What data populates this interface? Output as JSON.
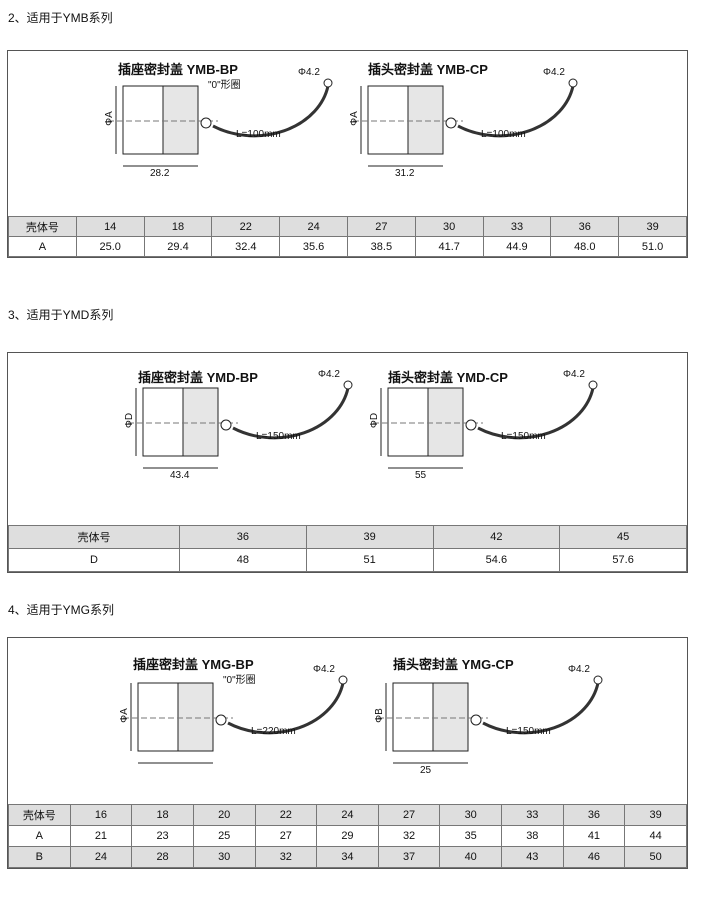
{
  "sections": [
    {
      "heading": "2、适用于YMB系列",
      "left": {
        "title": "插座密封盖 YMB-BP",
        "oring": "\"0\"形圈",
        "phi": "ΦA",
        "dim": "28.2",
        "len": "L=100mm",
        "hole": "Φ4.2"
      },
      "right": {
        "title": "插头密封盖 YMB-CP",
        "phi": "ΦA",
        "dim": "31.2",
        "len": "L=100mm",
        "hole": "Φ4.2"
      },
      "rows": [
        [
          "壳体号",
          "14",
          "18",
          "22",
          "24",
          "27",
          "30",
          "33",
          "36",
          "39"
        ],
        [
          "A",
          "25.0",
          "29.4",
          "32.4",
          "35.6",
          "38.5",
          "41.7",
          "44.9",
          "48.0",
          "51.0"
        ]
      ]
    },
    {
      "heading": "3、适用于YMD系列",
      "left": {
        "title": "插座密封盖 YMD-BP",
        "phi": "ΦD",
        "dim": "43.4",
        "len": "L=150mm",
        "hole": "Φ4.2"
      },
      "right": {
        "title": "插头密封盖 YMD-CP",
        "phi": "ΦD",
        "dim": "55",
        "len": "L=150mm",
        "hole": "Φ4.2"
      },
      "rows": [
        [
          "壳体号",
          "36",
          "39",
          "42",
          "45"
        ],
        [
          "D",
          "48",
          "51",
          "54.6",
          "57.6"
        ]
      ]
    },
    {
      "heading": "4、适用于YMG系列",
      "left": {
        "title": "插座密封盖 YMG-BP",
        "oring": "\"0\"形圈",
        "phi": "ΦA",
        "dim": "",
        "len": "L=220mm",
        "hole": "Φ4.2"
      },
      "right": {
        "title": "插头密封盖 YMG-CP",
        "phi": "ΦB",
        "dim": "25",
        "len": "L=150mm",
        "hole": "Φ4.2"
      },
      "rows": [
        [
          "壳体号",
          "16",
          "18",
          "20",
          "22",
          "24",
          "27",
          "30",
          "33",
          "36",
          "39"
        ],
        [
          "A",
          "21",
          "23",
          "25",
          "27",
          "29",
          "32",
          "35",
          "38",
          "41",
          "44"
        ],
        [
          "B",
          "24",
          "28",
          "30",
          "32",
          "34",
          "37",
          "40",
          "43",
          "46",
          "50"
        ]
      ]
    }
  ]
}
